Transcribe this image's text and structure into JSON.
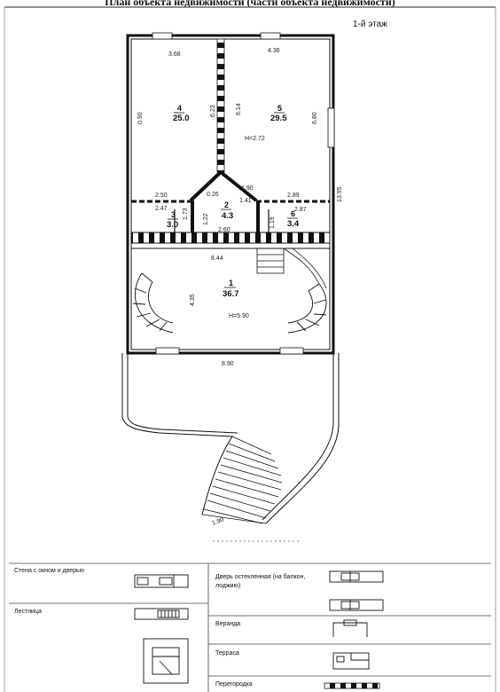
{
  "header": {
    "title": "План объекта недвижимости (части объекта недвижимости)",
    "floor": "1-й этаж"
  },
  "rooms": [
    {
      "num": "4",
      "area": "25.0"
    },
    {
      "num": "5",
      "area": "29.5"
    },
    {
      "num": "2",
      "area": "4.3"
    },
    {
      "num": "3",
      "area": "3.0"
    },
    {
      "num": "6",
      "area": "3.4"
    },
    {
      "num": "1",
      "area": "36.7"
    }
  ],
  "dimensions": {
    "r4_top": "3.68",
    "r5_top": "4.36",
    "r4_left": "0.90",
    "r4_right": "6.23",
    "r5_left": "6.14",
    "r5_right": "6.80",
    "height_upper": "H=2.72",
    "building_depth": "13.95",
    "corr_top": "1.90",
    "corr_a": "0.26",
    "corr_b": "1.41",
    "r3_top": "2.50",
    "r3_side": "2.47",
    "r3_h": "1.73",
    "r2_w": "1.22",
    "r6_top": "2.89",
    "r6_side": "2.87",
    "r6_h": "1.19",
    "r2_bottom": "2.60",
    "hall_width": "8.44",
    "hall_depth": "4.35",
    "height_hall": "H=5.90",
    "front_width": "8.90",
    "stair_width": "1.90"
  },
  "legend": {
    "wall": "Стена с окном и дверью",
    "stairs": "Лестница",
    "glass_door": "Дверь остекленная (на балкон, лоджию)",
    "veranda": "Веранда",
    "terrace": "Терраса",
    "partition": "Перегородка"
  }
}
